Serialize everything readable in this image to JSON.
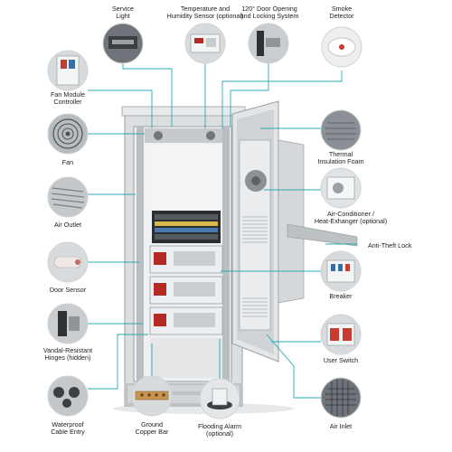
{
  "labels": {
    "service_light": "Service\nLight",
    "temp_humidity": "Temperature and\nHumidity Sensor (optional)",
    "door_opening": "120° Door Opening\nand Locking System",
    "smoke_detector": "Smoke\nDetector",
    "fan_module": "Fan Module\nController",
    "fan": "Fan",
    "thermal_foam": "Thermal\nInsulation Foam",
    "air_outlet": "Air Outlet",
    "air_conditioner": "Air-Conditioner /\nHeat-Exhanger (optional)",
    "anti_theft": "Anti-Theft Lock",
    "door_sensor": "Door Sensor",
    "breaker": "Breaker",
    "vandal_hinges": "Vandal-Resistant\nHinges (hidden)",
    "user_switch": "User Switch",
    "waterproof_entry": "Waterproof\nCable Entry",
    "ground_bar": "Ground\nCopper Bar",
    "flooding_alarm": "Flooding Alarm\n(optional)",
    "air_inlet": "Air Inlet"
  },
  "colors": {
    "leader_line": "#2aa8b8",
    "cabinet_body": "#d9dcdd",
    "cabinet_edge": "#9aa0a4",
    "thumb_bg": "#d8dbde"
  },
  "icons": {
    "service_light": "light-panel-icon",
    "temp_humidity": "sensor-board-icon",
    "door_opening": "door-lock-icon",
    "smoke_detector": "smoke-detector-icon",
    "fan_module": "controller-module-icon",
    "fan": "fan-grille-icon",
    "thermal_foam": "foam-icon",
    "air_outlet": "louver-icon",
    "air_conditioner": "air-conditioner-icon",
    "door_sensor": "door-sensor-icon",
    "breaker": "breaker-icon",
    "vandal_hinges": "hinge-icon",
    "user_switch": "socket-icon",
    "waterproof_entry": "cable-gland-icon",
    "ground_bar": "copper-bar-icon",
    "flooding_alarm": "flood-sensor-icon",
    "air_inlet": "filter-grid-icon"
  }
}
